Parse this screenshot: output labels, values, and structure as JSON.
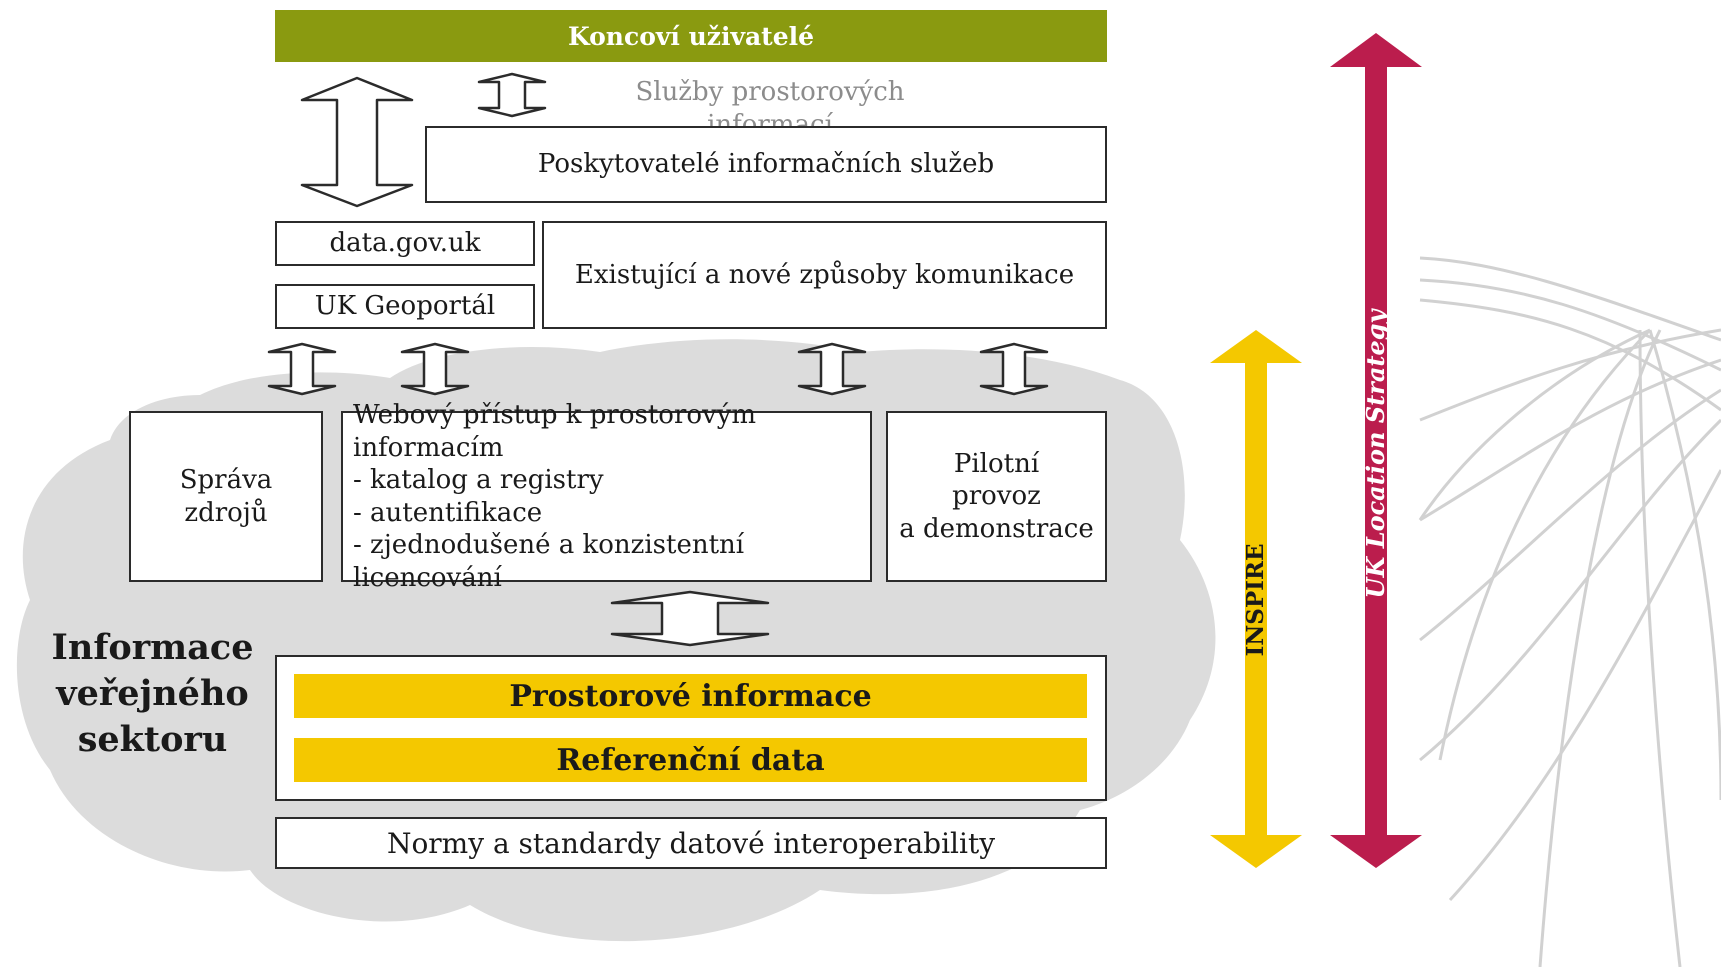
{
  "header": {
    "title": "Koncoví uživatelé"
  },
  "services_label": "Služby prostorových informací",
  "providers": "Poskytovatelé informačních služeb",
  "data_gov": "data.gov.uk",
  "geoportal": "UK Geoportál",
  "communication": "Existující a nové způsoby komunikace",
  "resource_mgmt": {
    "line1": "Správa",
    "line2": "zdrojů"
  },
  "web_access": {
    "title": "Webový přístup k prostorovým informacím",
    "items": [
      "- katalog a registry",
      "- autentifikace",
      "- zjednodušené a konzistentní licencování"
    ]
  },
  "pilot": {
    "line1": "Pilotní",
    "line2": "provoz",
    "line3": "a demonstrace"
  },
  "public_sector": {
    "line1": "Informace",
    "line2": "veřejného",
    "line3": "sektoru"
  },
  "spatial_info": "Prostorové informace",
  "reference_data": "Referenční data",
  "standards": "Normy a standardy datové interoperability",
  "inspire": "INSPIRE",
  "uk_location": "UK Location Strategy",
  "colors": {
    "header_green": "#8a9a10",
    "yellow": "#f4c800",
    "crimson": "#bb1d4d",
    "cloud_gray": "#dcdcdc",
    "grid_gray": "#c9c9c9"
  }
}
